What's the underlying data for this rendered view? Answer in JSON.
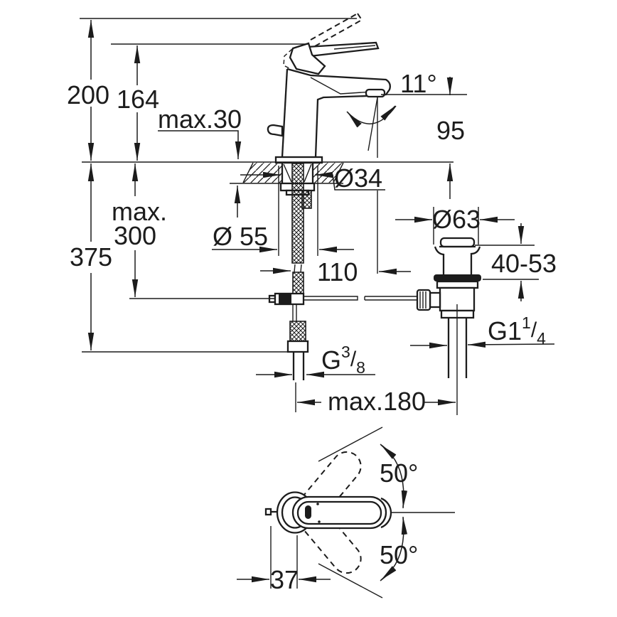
{
  "diagram": {
    "colors": {
      "line": "#1c1c1c",
      "background": "#ffffff"
    },
    "labels": {
      "dim_200": "200",
      "dim_164": "164",
      "dim_max30": "max.30",
      "dim_spout_angle": "11°",
      "dim_95": "95",
      "dim_d34": "Ø34",
      "dim_max300_line1": "max.",
      "dim_max300_line2": "300",
      "dim_375": "375",
      "dim_d55": "Ø 55",
      "dim_d63": "Ø63",
      "dim_110": "110",
      "dim_40_53": "40-53",
      "thread_g114_base": "G1",
      "thread_g114_sup": "1",
      "thread_g114_slash": "/",
      "thread_g114_sub": "4",
      "thread_g38_base": "G",
      "thread_g38_sup": "3",
      "thread_g38_slash": "/",
      "thread_g38_sub": "8",
      "dim_max180": "max.180",
      "dim_swing_upper": "50°",
      "dim_swing_lower": "50°",
      "dim_37": "37"
    }
  }
}
